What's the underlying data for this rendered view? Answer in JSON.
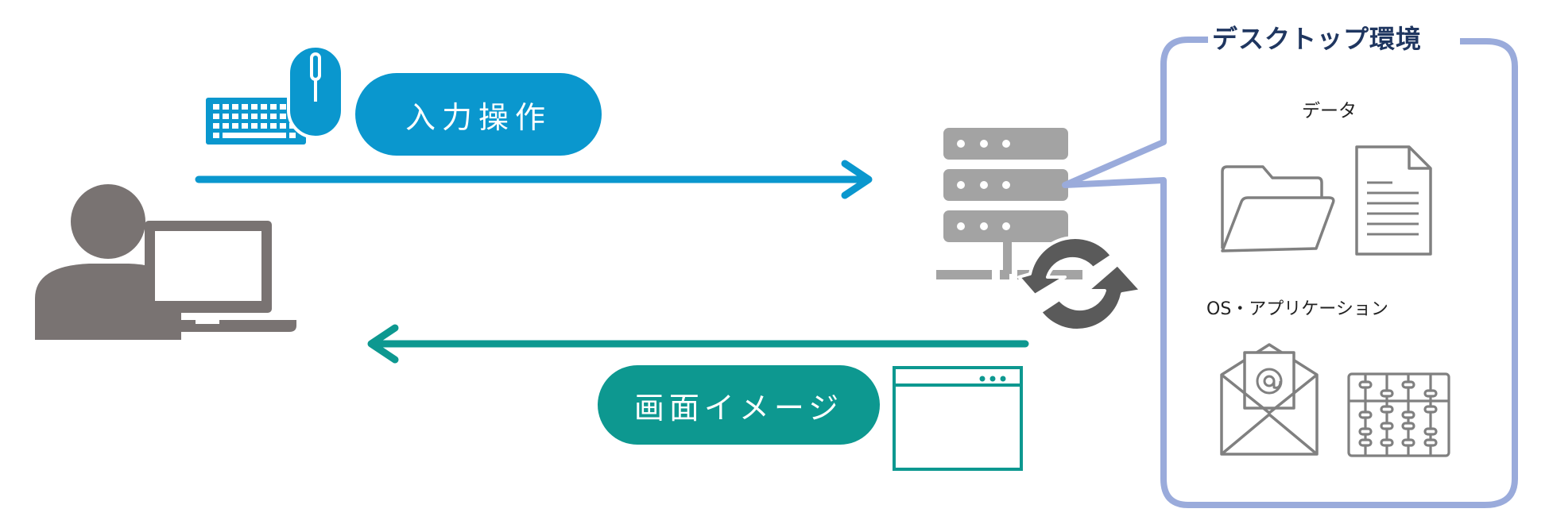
{
  "labels": {
    "input_operation": "入力操作",
    "screen_image": "画面イメージ",
    "desktop_environment": "デスクトップ環境",
    "data": "データ",
    "os_apps": "OS・アプリケーション"
  },
  "colors": {
    "input_blue": "#0a97ce",
    "screen_teal": "#0d9890",
    "user_gray": "#797372",
    "server_gray": "#a3a3a3",
    "sync_dark": "#5a5a5a",
    "frame_lavender": "#9aabdb",
    "title_navy": "#1f3660"
  },
  "icons": {
    "user": "person-at-laptop-icon",
    "keyboard": "keyboard-icon",
    "mouse": "mouse-icon",
    "server": "server-rack-icon",
    "sync": "sync-arrows-icon",
    "browser_window": "browser-window-icon",
    "folder": "folder-icon",
    "document": "document-icon",
    "mail": "email-envelope-icon",
    "abacus": "abacus-icon"
  }
}
